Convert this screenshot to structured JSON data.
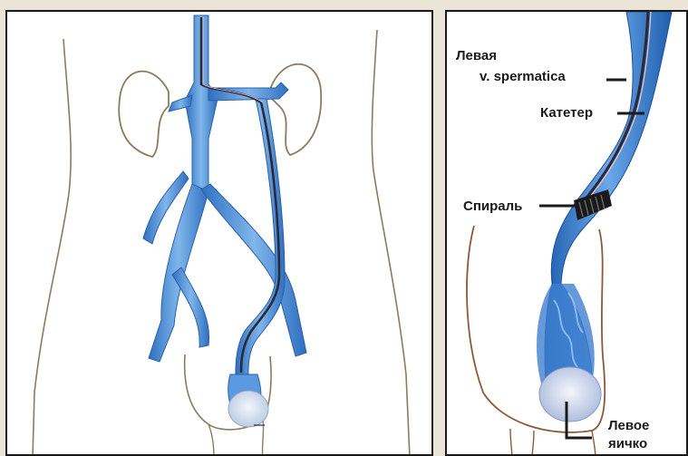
{
  "labels": {
    "left_vein_line1": "Левая",
    "left_vein_line2": "v. spermatica",
    "catheter": "Катетер",
    "coil": "Спираль",
    "left_testis_line1": "Левое",
    "left_testis_line2": "яичко"
  },
  "colors": {
    "vein_blue": "#4a8fd6",
    "vein_dark": "#1f5fae",
    "vein_light": "#a9d0f2",
    "outline": "#7a6a50",
    "catheter": "#2a2a3a",
    "catheter_pink": "#e8c4d0"
  }
}
